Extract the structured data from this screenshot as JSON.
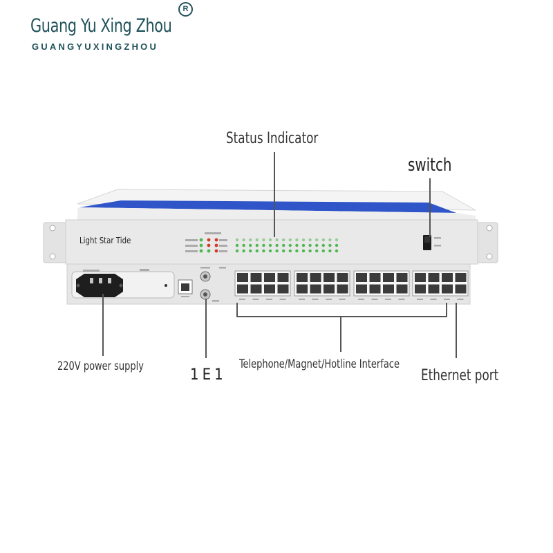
{
  "brand": {
    "title": "Guang Yu Xing Zhou",
    "registered_mark": "R",
    "subtitle": "GUANGYUXINGZHOU"
  },
  "device": {
    "front_panel_label": "Light Star Tide",
    "front_panel_accent": "#2f55c8"
  },
  "callouts": {
    "status_indicator": "Status Indicator",
    "switch": "switch",
    "power_supply": "220V power supply",
    "e1": "1E1",
    "telephone_interface": "Telephone/Magnet/Hotline Interface",
    "ethernet_port": "Ethernet port"
  },
  "colors": {
    "brand": "#20525a",
    "led_green": "#4db84d",
    "led_red": "#d23a2a",
    "chassis": "#e9e9e9"
  },
  "icons": [
    "registered-trademark-icon",
    "power-socket-icon",
    "rj45-port-icon",
    "bnc-connector-icon",
    "rocker-switch-icon",
    "status-led-icon"
  ]
}
